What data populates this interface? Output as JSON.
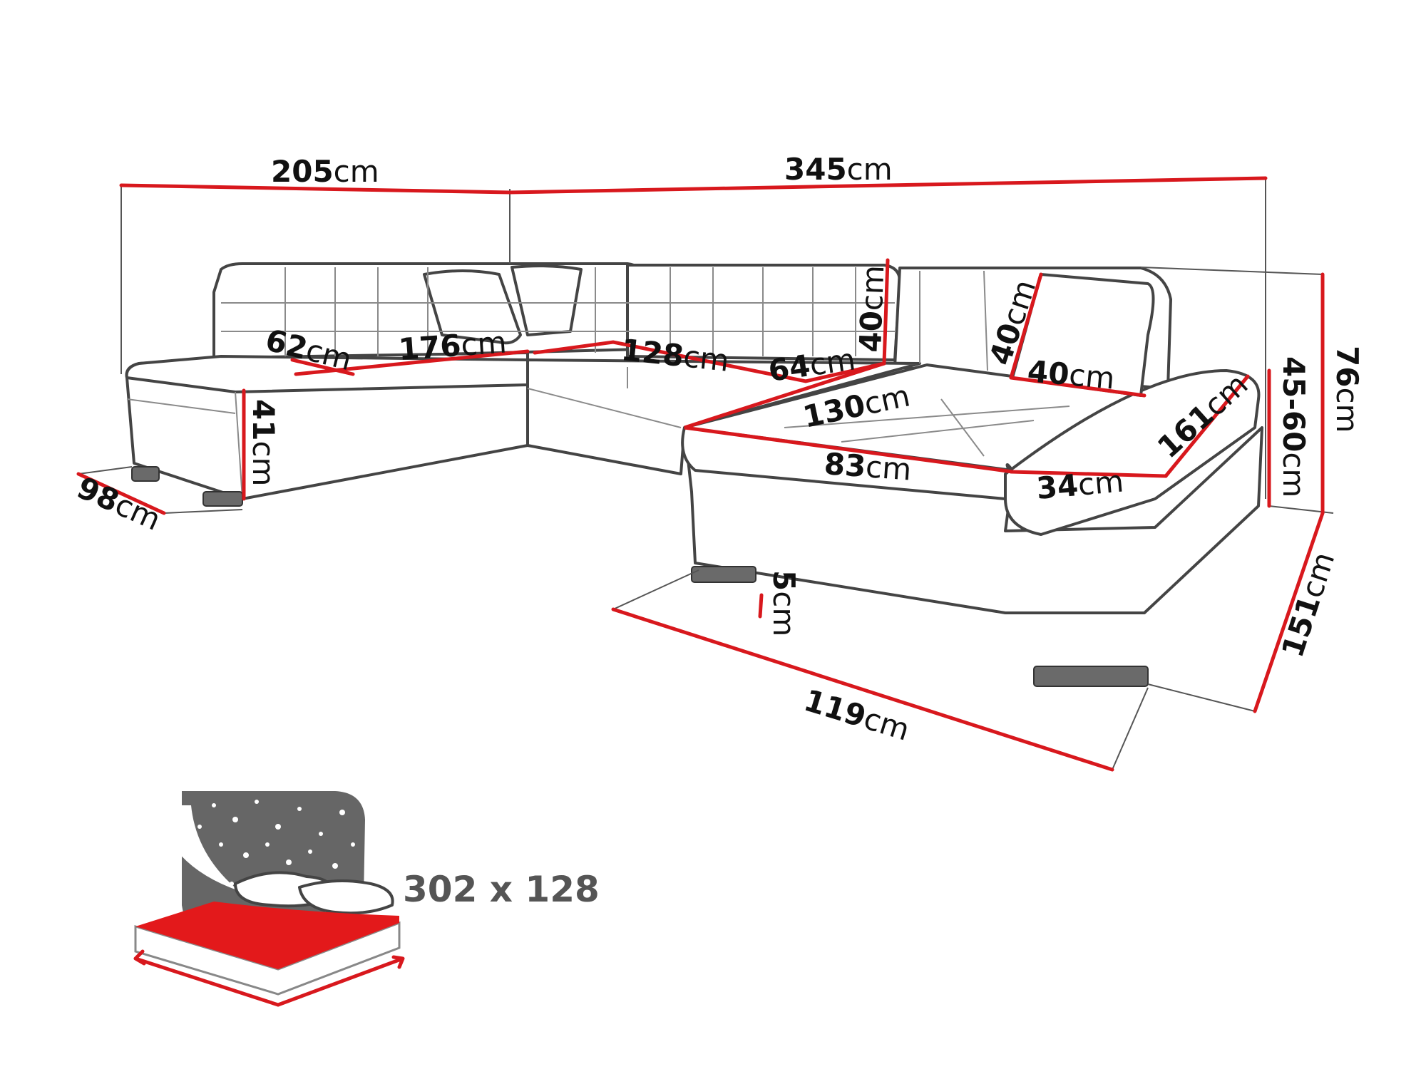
{
  "dimensions": {
    "top_left_width": {
      "num": "205",
      "unit": "cm"
    },
    "top_right_width": {
      "num": "345",
      "unit": "cm"
    },
    "left_chaise_depth": {
      "num": "62",
      "unit": "cm"
    },
    "left_seat_length": {
      "num": "176",
      "unit": "cm"
    },
    "middle_seat_length": {
      "num": "128",
      "unit": "cm"
    },
    "middle_seat_depth": {
      "num": "64",
      "unit": "cm"
    },
    "back_cushion_height": {
      "num": "40",
      "unit": "cm"
    },
    "pillow_height": {
      "num": "40",
      "unit": "cm"
    },
    "pillow_width": {
      "num": "40",
      "unit": "cm"
    },
    "right_chaise_width": {
      "num": "130",
      "unit": "cm"
    },
    "right_chaise_seat": {
      "num": "83",
      "unit": "cm"
    },
    "armrest_width": {
      "num": "34",
      "unit": "cm"
    },
    "armrest_length": {
      "num": "161",
      "unit": "cm"
    },
    "seat_height_left": {
      "num": "41",
      "unit": "cm"
    },
    "left_depth": {
      "num": "98",
      "unit": "cm"
    },
    "leg_height": {
      "num": "5",
      "unit": "cm"
    },
    "right_chaise_front": {
      "num": "119",
      "unit": "cm"
    },
    "right_chaise_depth": {
      "num": "151",
      "unit": "cm"
    },
    "seat_height_range": {
      "num": "45-60",
      "unit": "cm"
    },
    "total_height": {
      "num": "76",
      "unit": "cm"
    }
  },
  "bed": {
    "size_label": "302 x 128"
  },
  "colors": {
    "dimension_line": "#d8181d",
    "outline": "#444444",
    "bed_surface": "#e3191b",
    "bed_headboard": "#666666",
    "bed_label": "#555555"
  },
  "icons": {
    "bed": "bed-with-stars-icon"
  }
}
